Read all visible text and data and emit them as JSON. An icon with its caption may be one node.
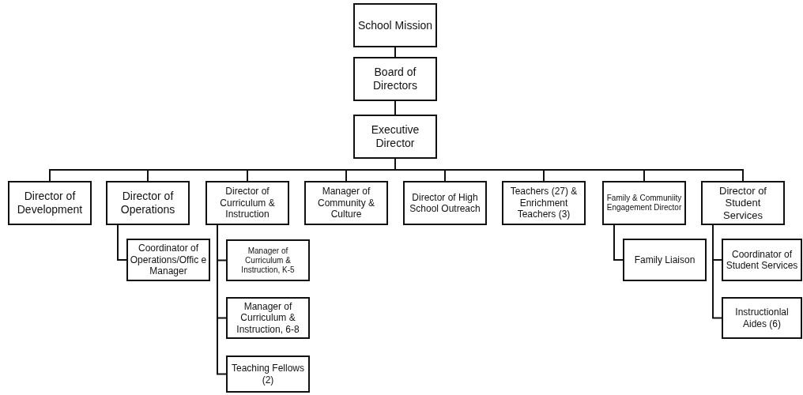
{
  "diagram": {
    "nodes": [
      {
        "text": [
          "School Mission"
        ]
      },
      {
        "text": [
          "Board of Directors"
        ]
      },
      {
        "text": [
          "Executive Director"
        ]
      },
      {
        "text": [
          "Director of Development"
        ]
      },
      {
        "text": [
          "Director of Operations"
        ]
      },
      {
        "text": [
          "Director of Curriculum & Instruction"
        ]
      },
      {
        "text": [
          "Manager of Community & Culture"
        ]
      },
      {
        "text": [
          "Director of High School Outreach"
        ]
      },
      {
        "text": [
          "Teachers (27) & Enrichment Teachers (3)"
        ]
      },
      {
        "text": [
          "Family & Communiity Engagement Director"
        ]
      },
      {
        "text": [
          "Director of Student Services"
        ]
      },
      {
        "text": [
          "Coordinator of Operations/Offic e Manager"
        ]
      },
      {
        "text": [
          "Manager of Curriculum & Instruction, K-5"
        ]
      },
      {
        "text": [
          "Manager of Curriculum & Instruction, 6-8"
        ]
      },
      {
        "text": [
          "Teaching Fellows (2)"
        ]
      },
      {
        "text": [
          "Family Liaison"
        ]
      },
      {
        "text": [
          "Coordinator of Student Services"
        ]
      },
      {
        "text": [
          "Instructionlal Aides (6)"
        ]
      }
    ],
    "edges": [
      {
        "from": 0,
        "to": 1,
        "arrow": "none"
      },
      {
        "from": 1,
        "to": 2,
        "arrow": "none"
      },
      {
        "from": 2,
        "to": 3,
        "arrow": "none"
      },
      {
        "from": 2,
        "to": 4,
        "arrow": "none"
      },
      {
        "from": 2,
        "to": 5,
        "arrow": "none"
      },
      {
        "from": 2,
        "to": 6,
        "arrow": "none"
      },
      {
        "from": 2,
        "to": 7,
        "arrow": "none"
      },
      {
        "from": 2,
        "to": 8,
        "arrow": "none"
      },
      {
        "from": 2,
        "to": 9,
        "arrow": "none"
      },
      {
        "from": 2,
        "to": 10,
        "arrow": "none"
      },
      {
        "from": 4,
        "to": 11,
        "arrow": "none"
      },
      {
        "from": 5,
        "to": 12,
        "arrow": "none"
      },
      {
        "from": 5,
        "to": 13,
        "arrow": "none"
      },
      {
        "from": 5,
        "to": 14,
        "arrow": "none"
      },
      {
        "from": 9,
        "to": 15,
        "arrow": "none"
      },
      {
        "from": 10,
        "to": 16,
        "arrow": "none"
      },
      {
        "from": 10,
        "to": 17,
        "arrow": "none"
      }
    ]
  }
}
